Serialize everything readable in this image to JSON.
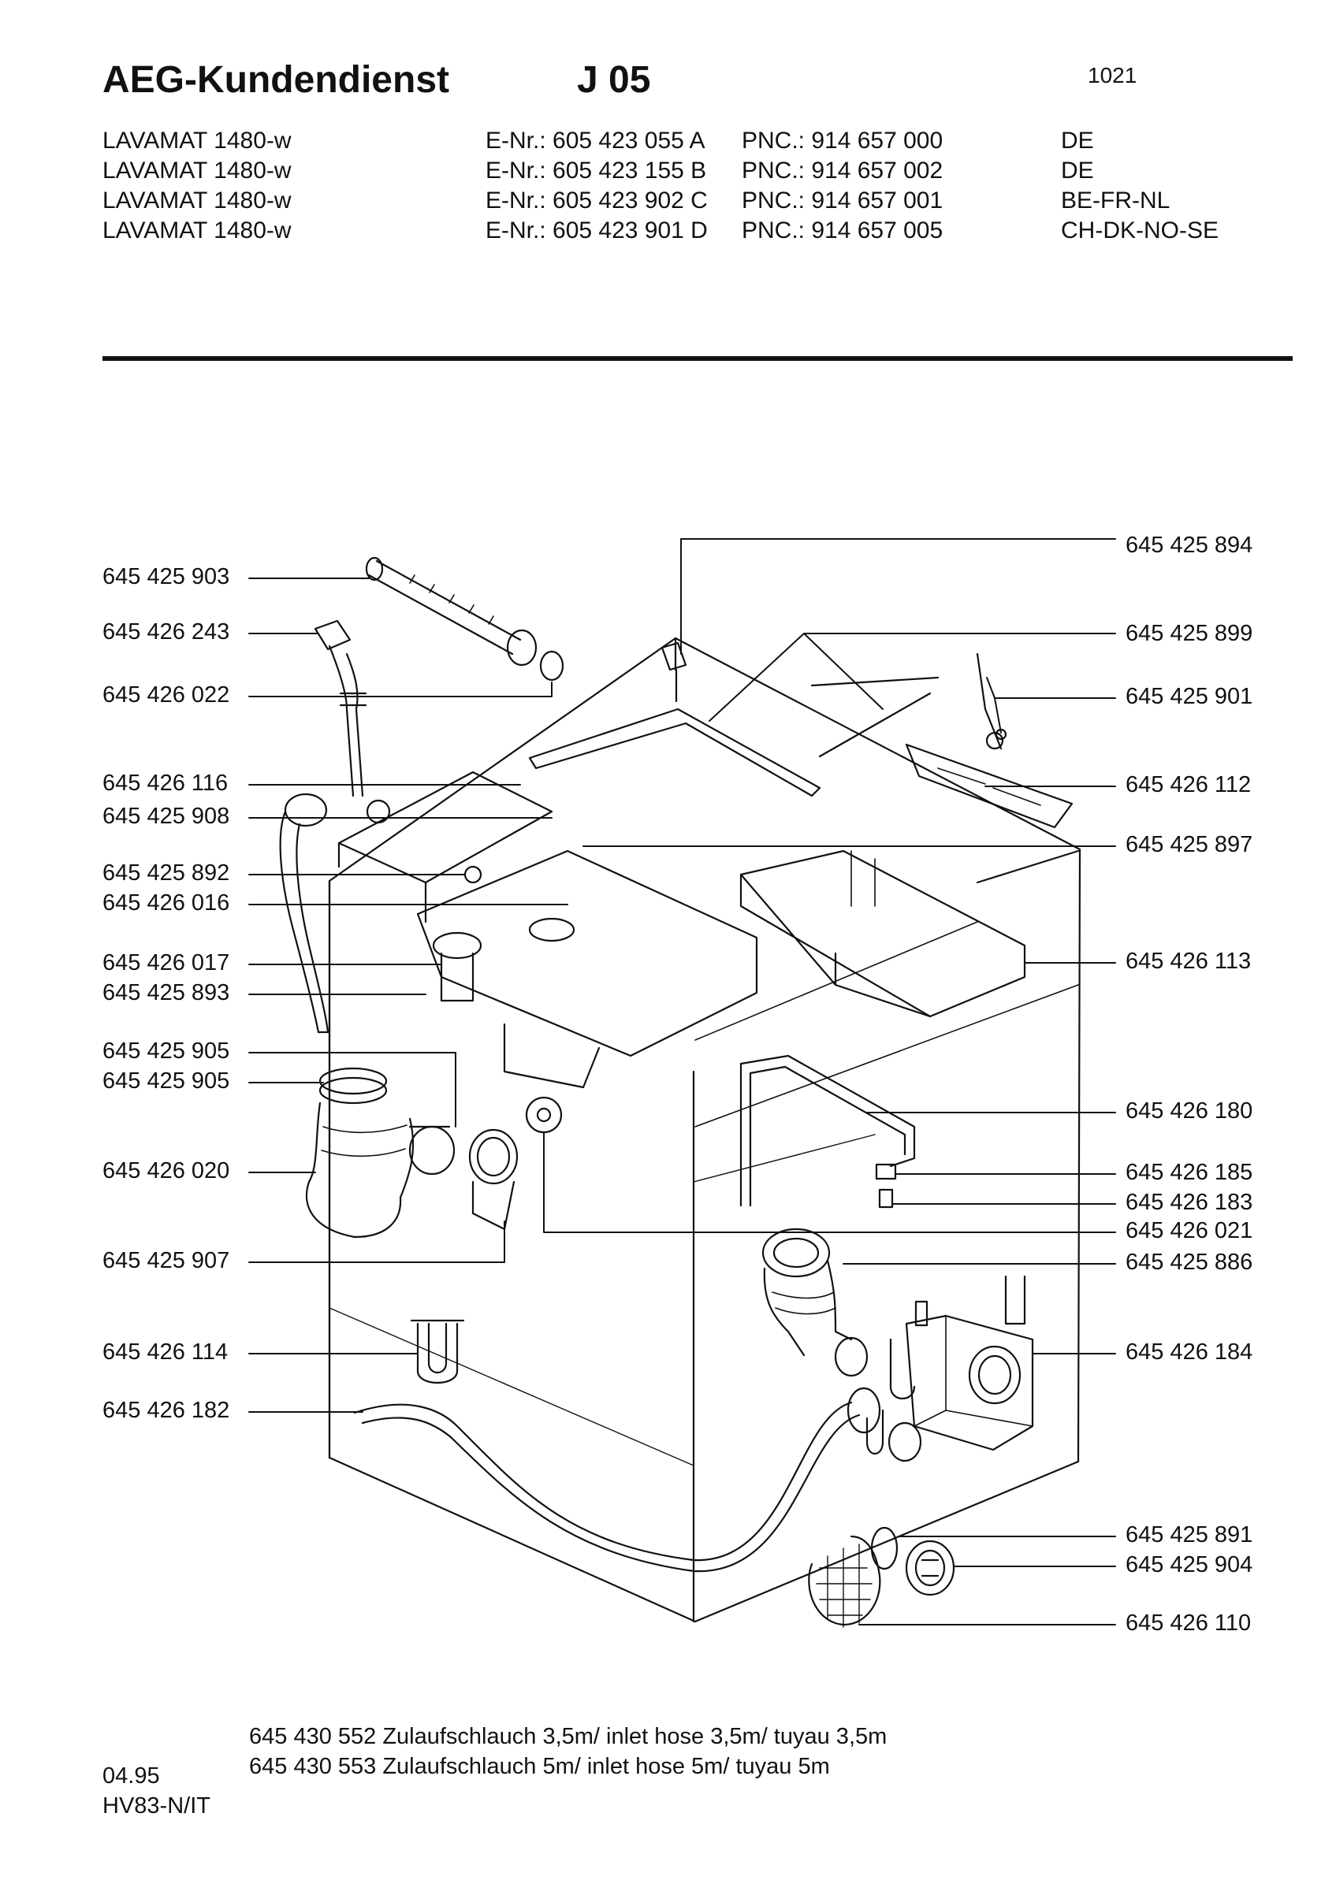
{
  "header": {
    "brand_title": "AEG-Kundendienst",
    "code": "J 05",
    "page_number": "1021"
  },
  "models": [
    {
      "name": "LAVAMAT 1480-w",
      "enr": "E-Nr.: 605 423 055 A",
      "pnc": "PNC.: 914 657 000",
      "region": "DE"
    },
    {
      "name": "LAVAMAT 1480-w",
      "enr": "E-Nr.: 605 423 155 B",
      "pnc": "PNC.: 914 657 002",
      "region": "DE"
    },
    {
      "name": "LAVAMAT 1480-w",
      "enr": "E-Nr.: 605 423 902 C",
      "pnc": "PNC.: 914 657 001",
      "region": "BE-FR-NL"
    },
    {
      "name": "LAVAMAT 1480-w",
      "enr": "E-Nr.: 605 423 901 D",
      "pnc": "PNC.: 914 657 005",
      "region": "CH-DK-NO-SE"
    }
  ],
  "left_labels": [
    "645 425 903",
    "645 426 243",
    "645 426 022",
    "645 426 116",
    "645 425 908",
    "645 425 892",
    "645 426 016",
    "645 426 017",
    "645 425 893",
    "645 425 905",
    "645 425 905",
    "645 426 020",
    "645 425 907",
    "645 426 114",
    "645 426 182"
  ],
  "right_labels": [
    "645 425 894",
    "645 425 899",
    "645 425 901",
    "645 426 112",
    "645 425 897",
    "645 426 113",
    "645 426 180",
    "645 426 185",
    "645 426 183",
    "645 426 021",
    "645 425 886",
    "645 426 184",
    "645 425 891",
    "645 425 904",
    "645 426 110"
  ],
  "notes": [
    "645 430 552 Zulaufschlauch 3,5m/ inlet hose 3,5m/ tuyau 3,5m",
    "645 430 553 Zulaufschlauch 5m/ inlet hose 5m/ tuyau 5m"
  ],
  "footer": {
    "date": "04.95",
    "doc_code": "HV83-N/IT"
  }
}
